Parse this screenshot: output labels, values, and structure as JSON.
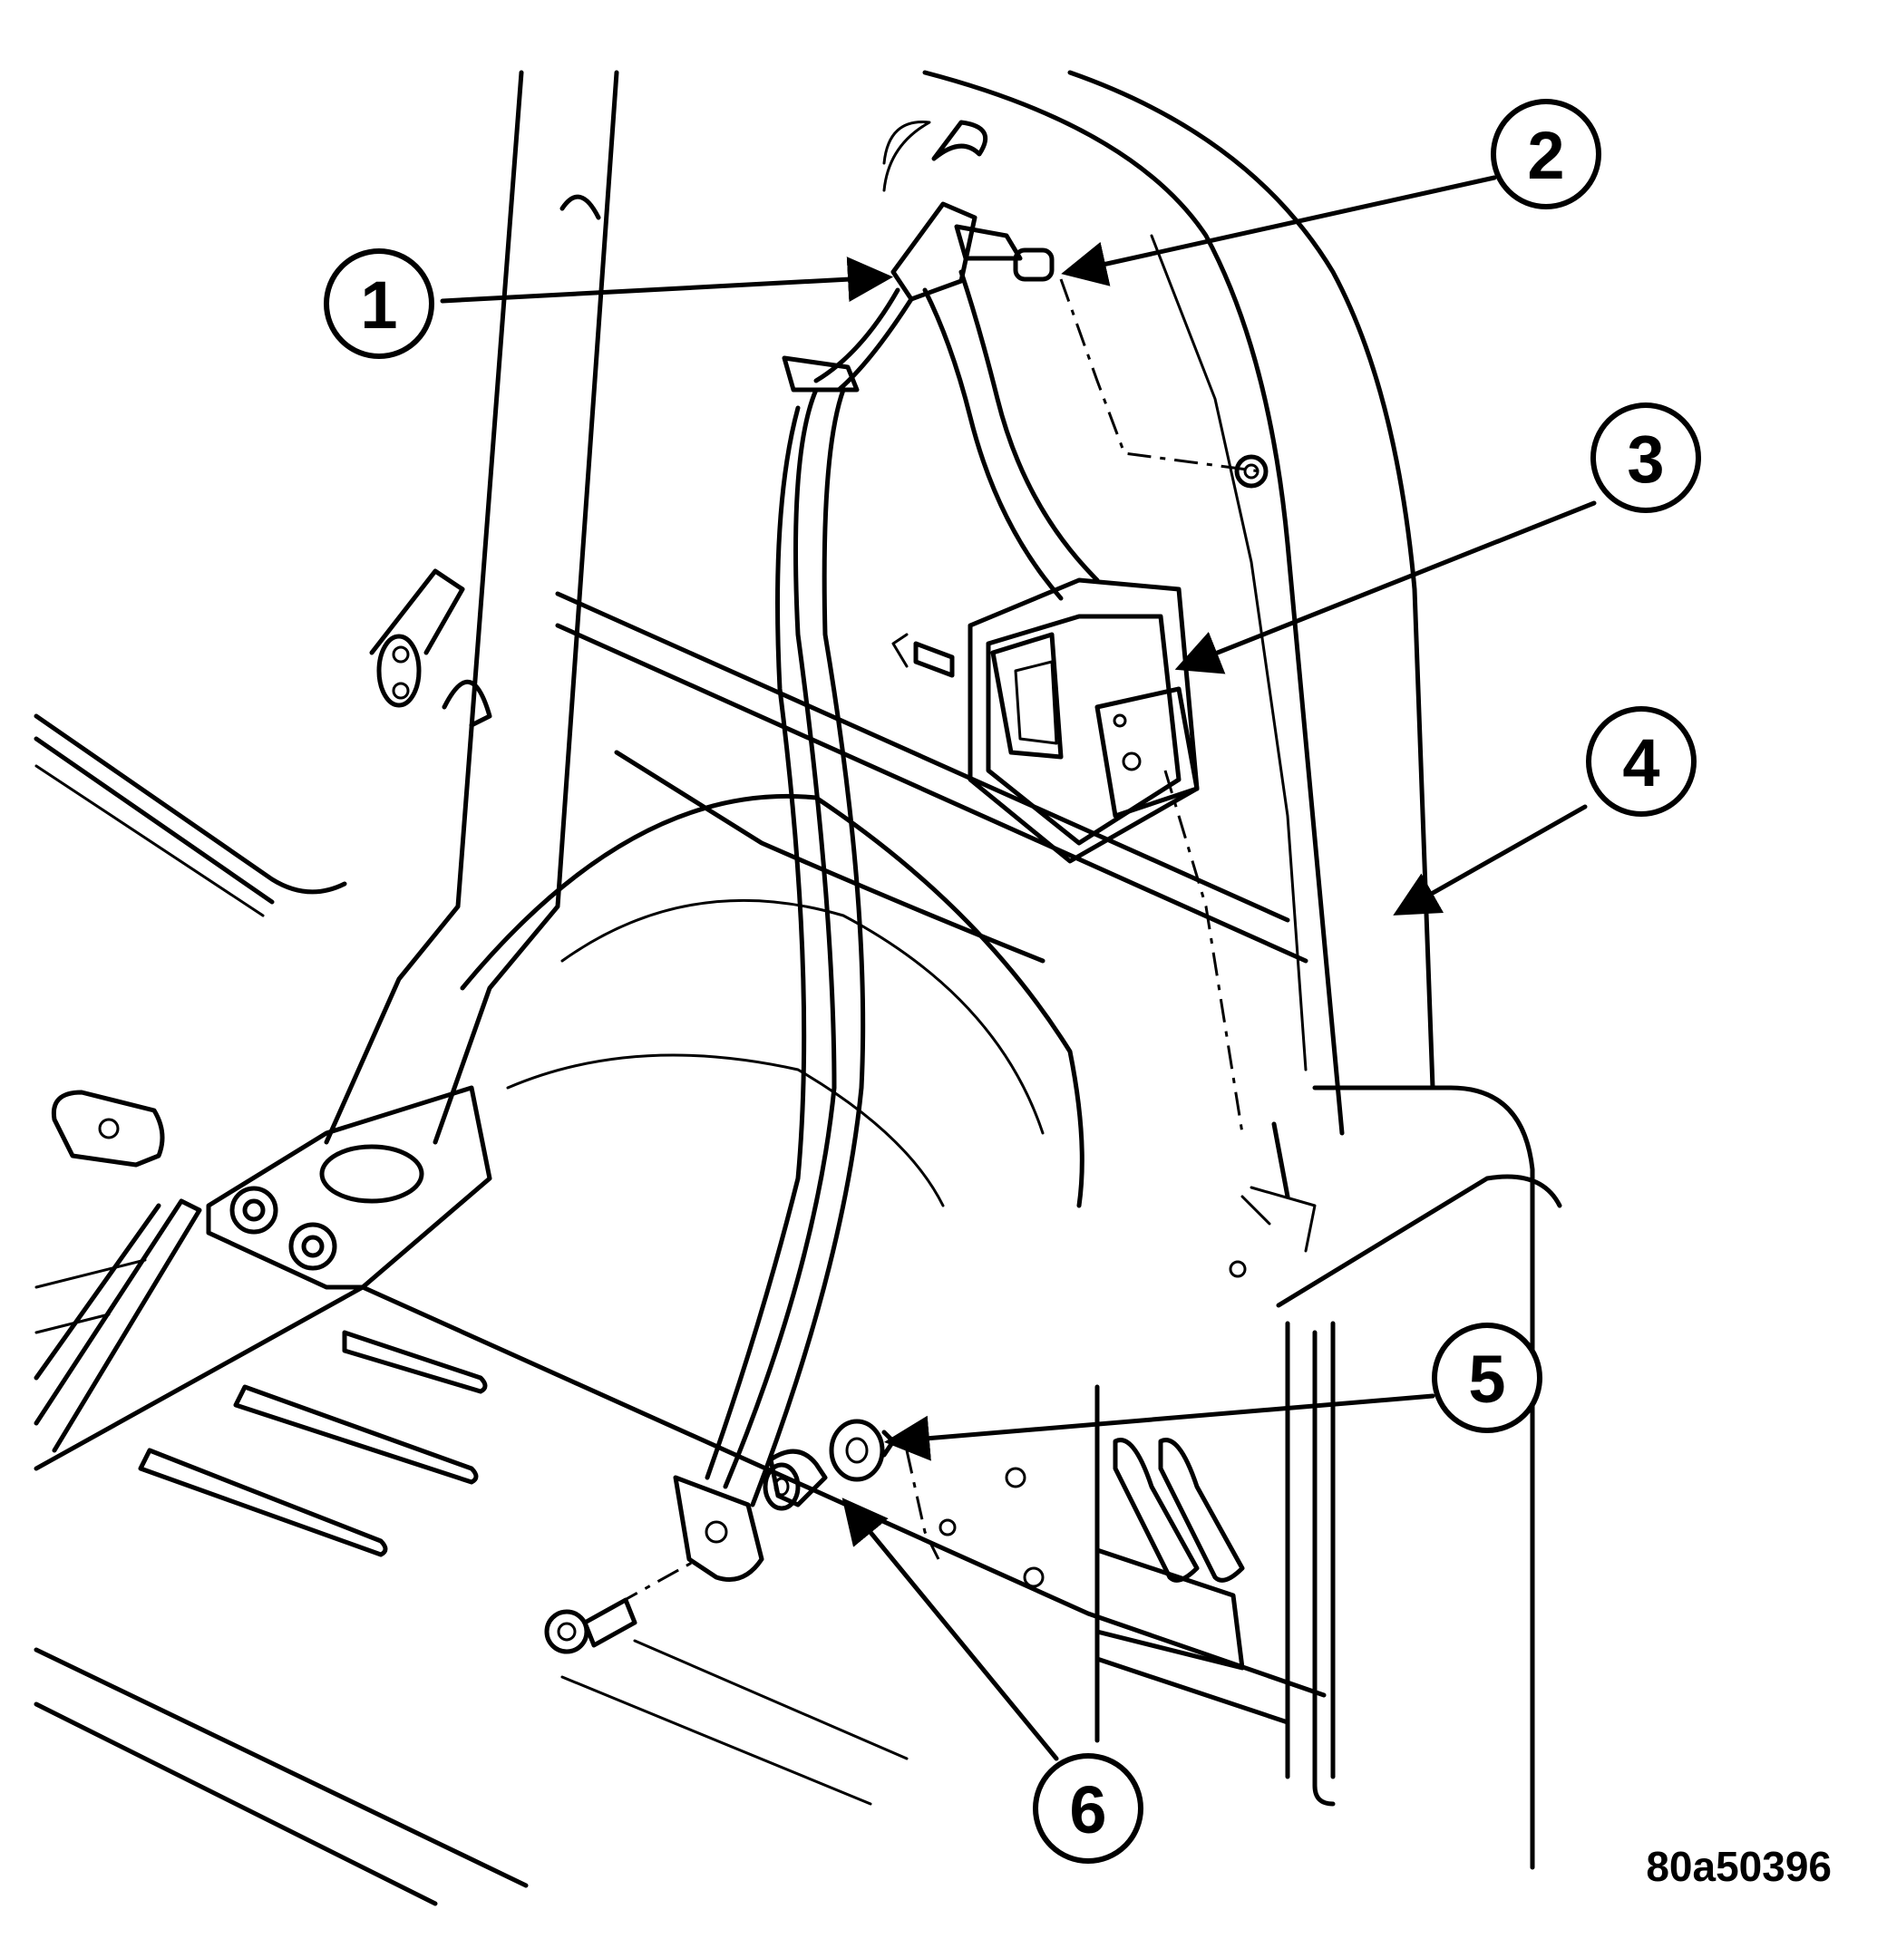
{
  "callouts": [
    {
      "id": "callout-1",
      "label": "1"
    },
    {
      "id": "callout-2",
      "label": "2"
    },
    {
      "id": "callout-3",
      "label": "3"
    },
    {
      "id": "callout-4",
      "label": "4"
    },
    {
      "id": "callout-5",
      "label": "5"
    },
    {
      "id": "callout-6",
      "label": "6"
    }
  ],
  "figure_id": "80a50396",
  "colors": {
    "ink": "#000000",
    "paper": "#ffffff"
  }
}
